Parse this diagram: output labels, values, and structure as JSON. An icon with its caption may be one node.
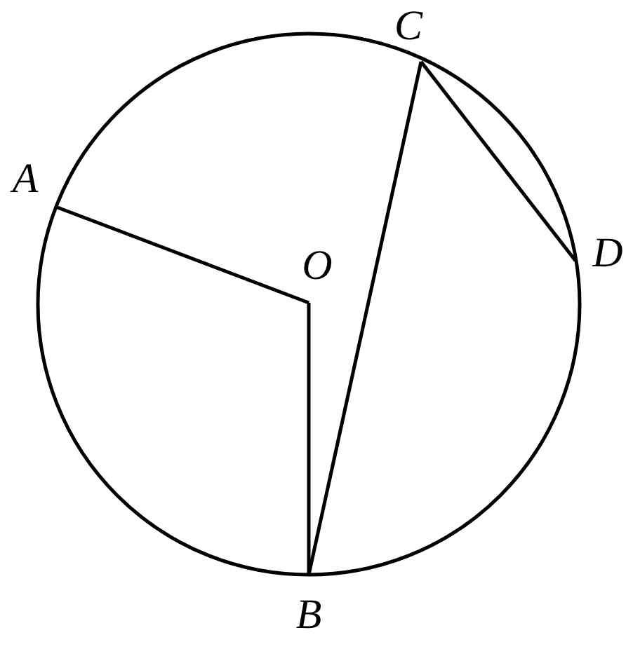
{
  "diagram": {
    "nodes": [
      {
        "text": [],
        "shape": "point",
        "beside": [
          "A"
        ]
      },
      {
        "text": [],
        "shape": "point",
        "beside": [
          "O"
        ]
      },
      {
        "text": [],
        "shape": "point",
        "beside": [
          "C"
        ]
      },
      {
        "text": [],
        "shape": "point",
        "beside": [
          "D"
        ]
      },
      {
        "text": [],
        "shape": "point",
        "beside": [
          "B"
        ]
      }
    ],
    "edges": [
      {
        "from": 0,
        "to": 1,
        "arrow": "none"
      },
      {
        "from": 1,
        "to": 4,
        "arrow": "none"
      },
      {
        "from": 4,
        "to": 2,
        "arrow": "none"
      },
      {
        "from": 2,
        "to": 3,
        "arrow": "none"
      }
    ]
  }
}
